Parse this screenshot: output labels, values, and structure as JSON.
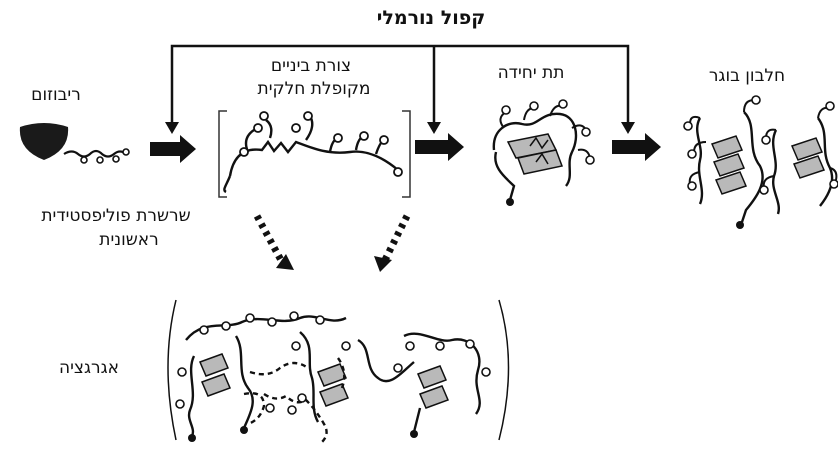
{
  "diagram": {
    "title": "קפול נורמלי",
    "ribosome": "ריבוזום",
    "intermediate_line1": "צורת ביניים",
    "intermediate_line2": "מקופלת חלקית",
    "subunit": "תת יחידה",
    "mature_protein": "חלבון בוגר",
    "chain_line1": "שרשרת פוליפסטידית",
    "chain_line2": "ראשונית",
    "aggregation": "אגרגציה"
  },
  "colors": {
    "ink": "#111111",
    "sheet": "#b9b9b9",
    "background": "#ffffff"
  }
}
